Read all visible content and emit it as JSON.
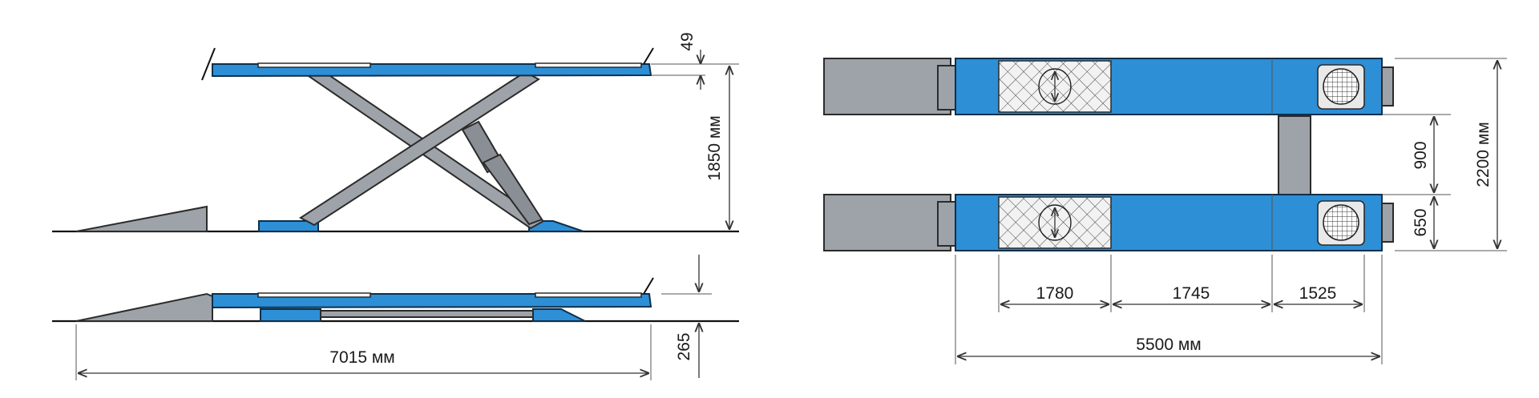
{
  "side_view": {
    "dims": {
      "platform_thickness": "49",
      "lift_height": "1850 мм",
      "min_height": "265",
      "overall_length": "7015 мм"
    }
  },
  "top_view": {
    "dims": {
      "track_width": "650",
      "inner_gap": "900",
      "overall_width": "2200 мм",
      "section_1": "1780",
      "section_2": "1745",
      "section_3": "1525",
      "platform_length": "5500 мм"
    }
  },
  "colors": {
    "platform": "#2d8fd6",
    "metal": "#9ea3a9",
    "outline": "#0f2f4a"
  }
}
